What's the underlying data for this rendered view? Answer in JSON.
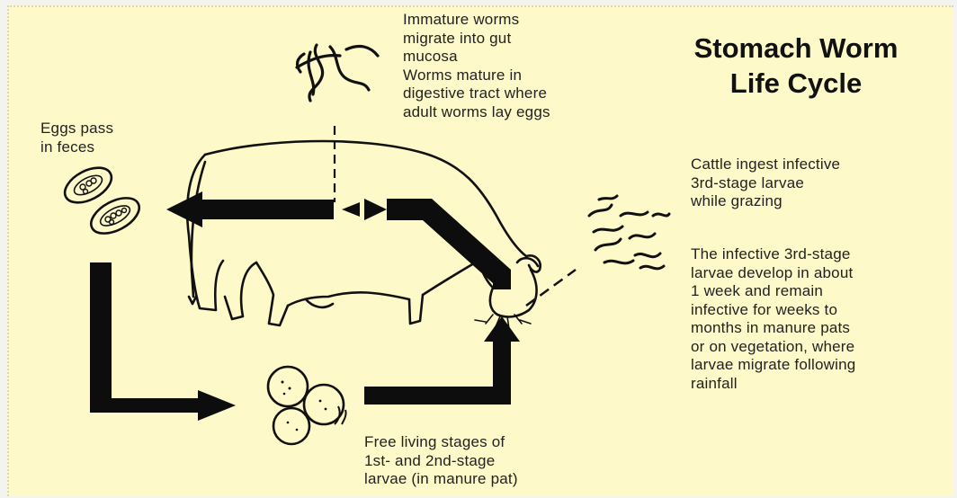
{
  "title": {
    "line1": "Stomach Worm",
    "line2": "Life Cycle"
  },
  "labels": {
    "immature_worms": "Immature worms\nmigrate into gut\nmucosa\nWorms mature in\ndigestive tract where\nadult worms lay eggs",
    "eggs_pass": "Eggs pass\nin feces",
    "cattle_ingest": "Cattle ingest infective\n3rd-stage larvae\nwhile grazing",
    "infective_larvae": "The infective 3rd-stage\nlarvae develop in about\n1 week and remain\ninfective for weeks to\nmonths in manure pats\nor on vegetation, where\nlarvae migrate following\nrainfall",
    "free_living": "Free living stages of\n1st- and 2nd-stage\nlarvae (in manure pat)"
  },
  "colors": {
    "background": "#fdf9c9",
    "ink": "#111111"
  }
}
